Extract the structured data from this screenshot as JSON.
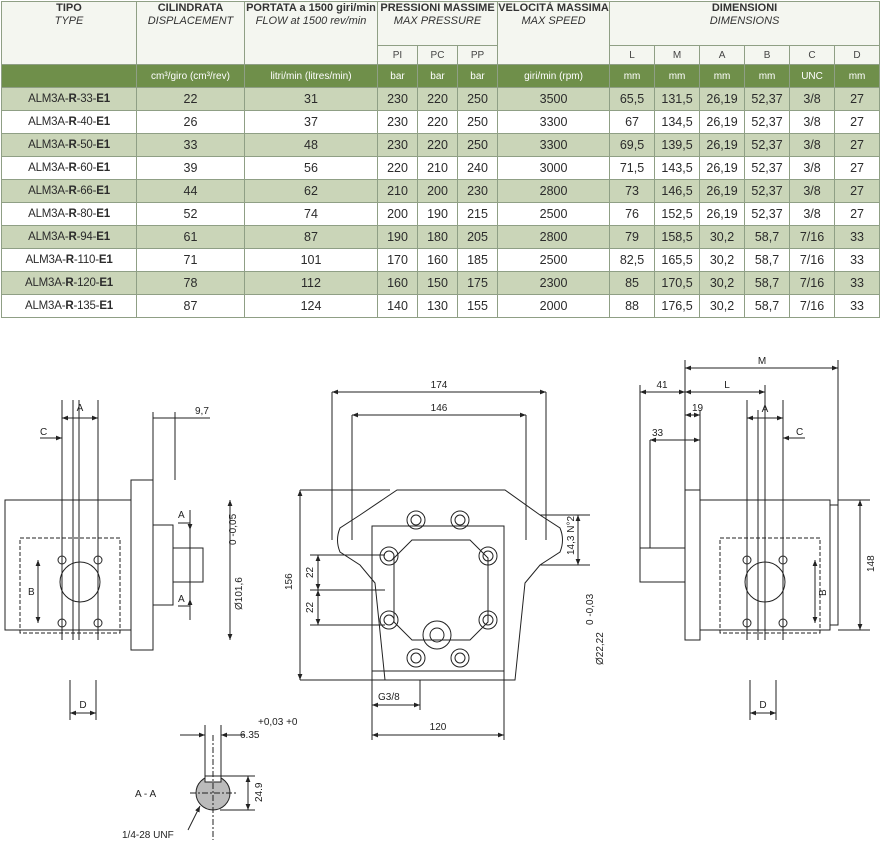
{
  "table": {
    "headers": {
      "tipo": "TIPO",
      "tipo_en": "TYPE",
      "cil": "CILINDRATA",
      "cil_en": "DISPLACEMENT",
      "port": "PORTATA a 1500 giri/min",
      "port_en": "FLOW at 1500 rev/min",
      "press": "PRESSIONI MASSIME",
      "press_en": "MAX PRESSURE",
      "vel": "VELOCITÀ MASSIMA",
      "vel_en": "MAX SPEED",
      "dim": "DIMENSIONI",
      "dim_en": "DIMENSIONS",
      "p1": "PI",
      "p2": "PC",
      "p3": "PP",
      "dL": "L",
      "dM": "M",
      "dA": "A",
      "dB": "B",
      "dC": "C",
      "dD": "D"
    },
    "units": {
      "cil": "cm³/giro (cm³/rev)",
      "port": "litri/min (litres/min)",
      "p1": "bar",
      "p2": "bar",
      "p3": "bar",
      "vel": "giri/min (rpm)",
      "L": "mm",
      "M": "mm",
      "A": "mm",
      "B": "mm",
      "C": "UNC",
      "D": "mm"
    },
    "rows": [
      {
        "pre": "ALM3A-",
        "r": "R",
        "mid": "-33-",
        "e": "E1",
        "cil": "22",
        "port": "31",
        "p1": "230",
        "p2": "220",
        "p3": "250",
        "vel": "3500",
        "L": "65,5",
        "M": "131,5",
        "A": "26,19",
        "B": "52,37",
        "C": "3/8",
        "D": "27"
      },
      {
        "pre": "ALM3A-",
        "r": "R",
        "mid": "-40-",
        "e": "E1",
        "cil": "26",
        "port": "37",
        "p1": "230",
        "p2": "220",
        "p3": "250",
        "vel": "3300",
        "L": "67",
        "M": "134,5",
        "A": "26,19",
        "B": "52,37",
        "C": "3/8",
        "D": "27"
      },
      {
        "pre": "ALM3A-",
        "r": "R",
        "mid": "-50-",
        "e": "E1",
        "cil": "33",
        "port": "48",
        "p1": "230",
        "p2": "220",
        "p3": "250",
        "vel": "3300",
        "L": "69,5",
        "M": "139,5",
        "A": "26,19",
        "B": "52,37",
        "C": "3/8",
        "D": "27"
      },
      {
        "pre": "ALM3A-",
        "r": "R",
        "mid": "-60-",
        "e": "E1",
        "cil": "39",
        "port": "56",
        "p1": "220",
        "p2": "210",
        "p3": "240",
        "vel": "3000",
        "L": "71,5",
        "M": "143,5",
        "A": "26,19",
        "B": "52,37",
        "C": "3/8",
        "D": "27"
      },
      {
        "pre": "ALM3A-",
        "r": "R",
        "mid": "-66-",
        "e": "E1",
        "cil": "44",
        "port": "62",
        "p1": "210",
        "p2": "200",
        "p3": "230",
        "vel": "2800",
        "L": "73",
        "M": "146,5",
        "A": "26,19",
        "B": "52,37",
        "C": "3/8",
        "D": "27"
      },
      {
        "pre": "ALM3A-",
        "r": "R",
        "mid": "-80-",
        "e": "E1",
        "cil": "52",
        "port": "74",
        "p1": "200",
        "p2": "190",
        "p3": "215",
        "vel": "2500",
        "L": "76",
        "M": "152,5",
        "A": "26,19",
        "B": "52,37",
        "C": "3/8",
        "D": "27"
      },
      {
        "pre": "ALM3A-",
        "r": "R",
        "mid": "-94-",
        "e": "E1",
        "cil": "61",
        "port": "87",
        "p1": "190",
        "p2": "180",
        "p3": "205",
        "vel": "2800",
        "L": "79",
        "M": "158,5",
        "A": "30,2",
        "B": "58,7",
        "C": "7/16",
        "D": "33"
      },
      {
        "pre": "ALM3A-",
        "r": "R",
        "mid": "-110-",
        "e": "E1",
        "cil": "71",
        "port": "101",
        "p1": "170",
        "p2": "160",
        "p3": "185",
        "vel": "2500",
        "L": "82,5",
        "M": "165,5",
        "A": "30,2",
        "B": "58,7",
        "C": "7/16",
        "D": "33"
      },
      {
        "pre": "ALM3A-",
        "r": "R",
        "mid": "-120-",
        "e": "E1",
        "cil": "78",
        "port": "112",
        "p1": "160",
        "p2": "150",
        "p3": "175",
        "vel": "2300",
        "L": "85",
        "M": "170,5",
        "A": "30,2",
        "B": "58,7",
        "C": "7/16",
        "D": "33"
      },
      {
        "pre": "ALM3A-",
        "r": "R",
        "mid": "-135-",
        "e": "E1",
        "cil": "87",
        "port": "124",
        "p1": "140",
        "p2": "130",
        "p3": "155",
        "vel": "2000",
        "L": "88",
        "M": "176,5",
        "A": "30,2",
        "B": "58,7",
        "C": "7/16",
        "D": "33"
      }
    ]
  },
  "drawing": {
    "left": {
      "a": "A",
      "c": "C",
      "dim97": "9,7",
      "b": "B",
      "d": "D",
      "secA": "A",
      "shaft": "Ø101,6",
      "shaft_tol": "0 -0,05"
    },
    "front": {
      "d174": "174",
      "d146": "146",
      "d156": "156",
      "d22a": "22",
      "d22b": "22",
      "d143": "14,3 N°2",
      "g38": "G3/8",
      "d120": "120"
    },
    "right": {
      "m": "M",
      "d41": "41",
      "l": "L",
      "d19": "19",
      "a": "A",
      "d33": "33",
      "c": "C",
      "b": "B",
      "d148": "148",
      "d": "D",
      "shaft": "Ø22,22",
      "shaft_tol": "0 -0,03"
    },
    "section": {
      "key": "6.35",
      "key_tol": "+0,03 +0",
      "label": "A - A",
      "d249": "24.9",
      "thread": "1/4-28 UNF"
    }
  }
}
